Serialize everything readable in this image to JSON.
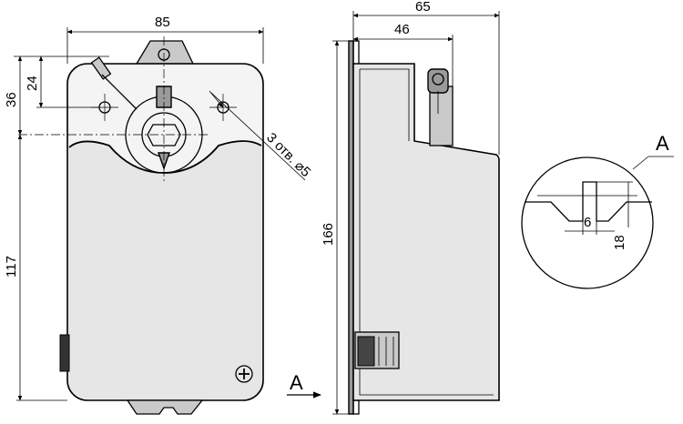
{
  "dimensions": {
    "width_85": "85",
    "height_36": "36",
    "height_24": "24",
    "height_117": "117",
    "height_166": "166",
    "width_65": "65",
    "width_46": "46",
    "holes": "3 отв. ⌀5",
    "slot_width": "6",
    "slot_depth": "18"
  },
  "labels": {
    "view_arrow": "A",
    "detail_label": "A"
  }
}
